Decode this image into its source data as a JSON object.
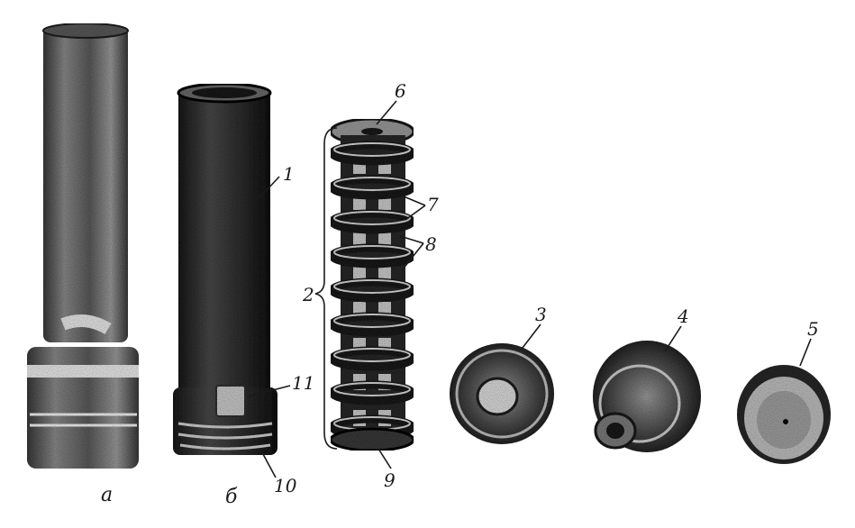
{
  "labels": {
    "view_a": "а",
    "view_b": "б",
    "n1": "1",
    "n2": "2",
    "n3": "3",
    "n4": "4",
    "n5": "5",
    "n6": "6",
    "n7": "7",
    "n8": "8",
    "n9": "9",
    "n10": "10",
    "n11": "11"
  },
  "colors": {
    "ink": "#1a1a1a",
    "dark_metal": "#2a2a2a",
    "mid_metal": "#6b6b6b",
    "light_metal": "#bdbdbd",
    "paper": "#ffffff"
  }
}
